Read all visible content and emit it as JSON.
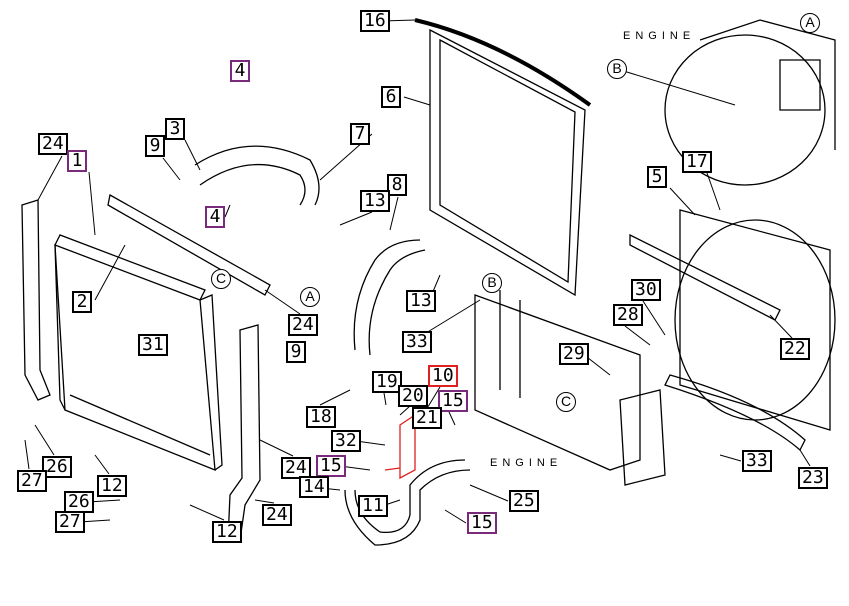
{
  "colors": {
    "line": "#000000",
    "highlight_red": "#e02020",
    "highlight_purple": "#7a2a7a"
  },
  "engine_labels": [
    "ENGINE",
    "ENGINE"
  ],
  "reference_markers": [
    "A",
    "B",
    "C",
    "A",
    "B",
    "C"
  ],
  "callouts": [
    {
      "text": "16",
      "style": "black"
    },
    {
      "text": "4",
      "style": "purple"
    },
    {
      "text": "6",
      "style": "black"
    },
    {
      "text": "7",
      "style": "black"
    },
    {
      "text": "24",
      "style": "black"
    },
    {
      "text": "1",
      "style": "purple"
    },
    {
      "text": "9",
      "style": "black"
    },
    {
      "text": "3",
      "style": "black"
    },
    {
      "text": "8",
      "style": "black"
    },
    {
      "text": "13",
      "style": "black"
    },
    {
      "text": "4",
      "style": "purple"
    },
    {
      "text": "2",
      "style": "black"
    },
    {
      "text": "31",
      "style": "black"
    },
    {
      "text": "24",
      "style": "black"
    },
    {
      "text": "9",
      "style": "black"
    },
    {
      "text": "33",
      "style": "black"
    },
    {
      "text": "13",
      "style": "black"
    },
    {
      "text": "17",
      "style": "black"
    },
    {
      "text": "5",
      "style": "black"
    },
    {
      "text": "30",
      "style": "black"
    },
    {
      "text": "28",
      "style": "black"
    },
    {
      "text": "29",
      "style": "black"
    },
    {
      "text": "22",
      "style": "black"
    },
    {
      "text": "18",
      "style": "black"
    },
    {
      "text": "19",
      "style": "black"
    },
    {
      "text": "20",
      "style": "black"
    },
    {
      "text": "10",
      "style": "red"
    },
    {
      "text": "15",
      "style": "purple"
    },
    {
      "text": "21",
      "style": "black"
    },
    {
      "text": "32",
      "style": "black"
    },
    {
      "text": "15",
      "style": "purple"
    },
    {
      "text": "24",
      "style": "black"
    },
    {
      "text": "14",
      "style": "black"
    },
    {
      "text": "11",
      "style": "black"
    },
    {
      "text": "25",
      "style": "black"
    },
    {
      "text": "15",
      "style": "purple"
    },
    {
      "text": "12",
      "style": "black"
    },
    {
      "text": "26",
      "style": "black"
    },
    {
      "text": "27",
      "style": "black"
    },
    {
      "text": "26",
      "style": "black"
    },
    {
      "text": "27",
      "style": "black"
    },
    {
      "text": "12",
      "style": "black"
    },
    {
      "text": "24",
      "style": "black"
    },
    {
      "text": "33",
      "style": "black"
    },
    {
      "text": "23",
      "style": "black"
    }
  ]
}
